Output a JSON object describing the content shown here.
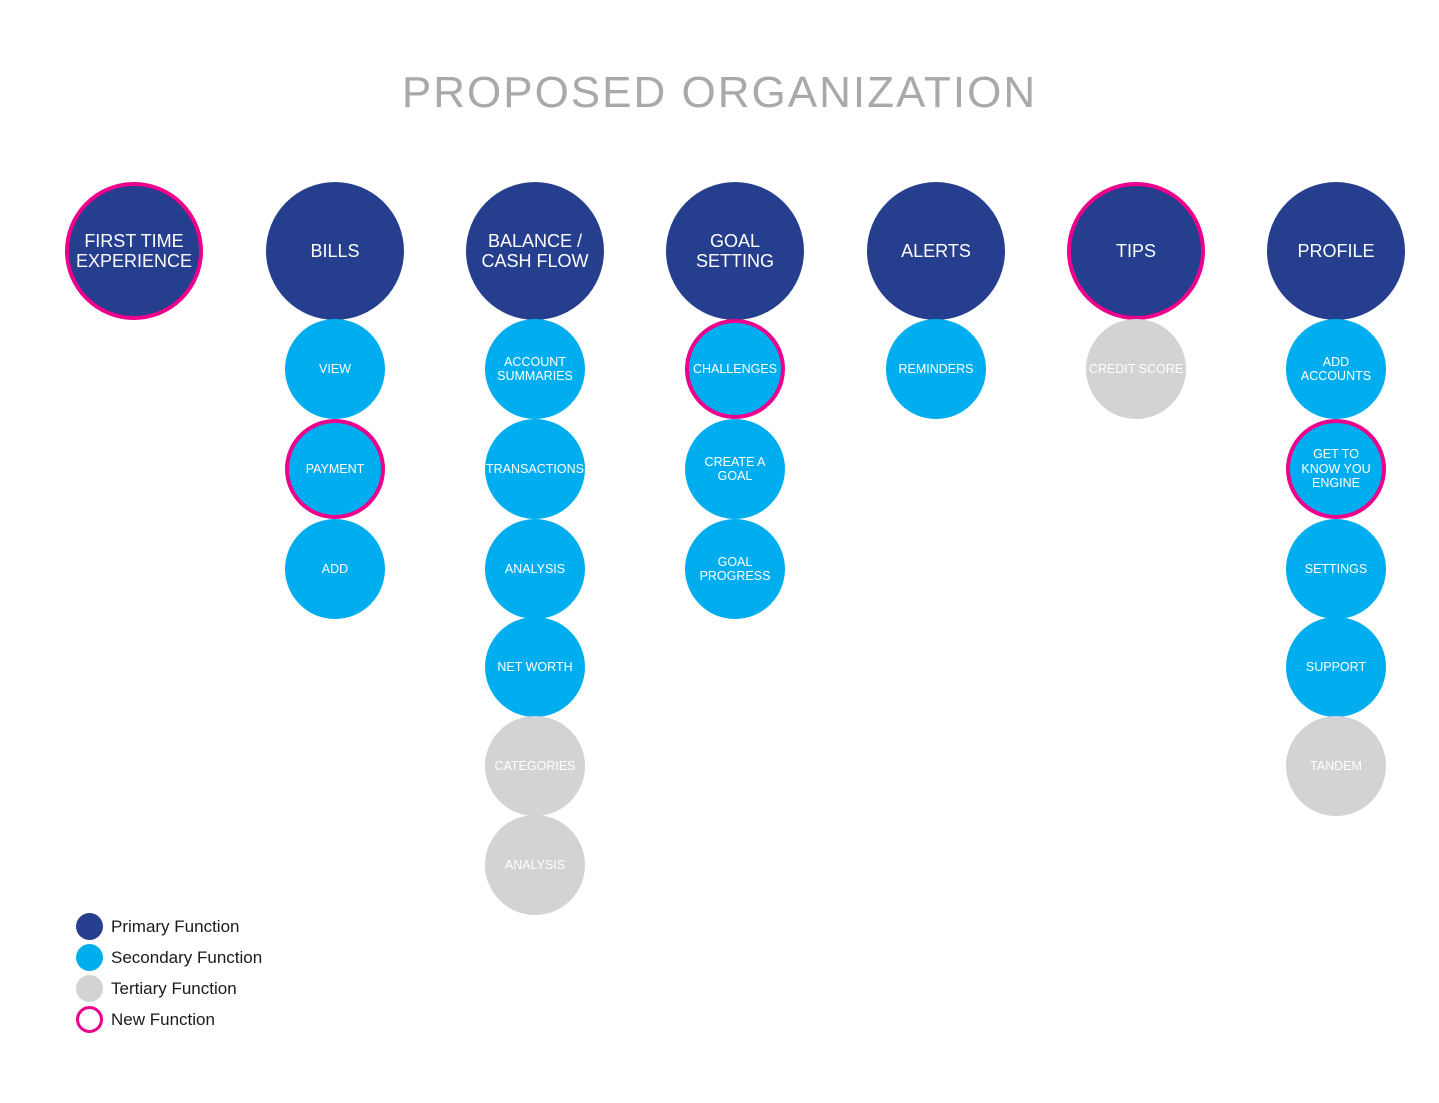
{
  "title": "PROPOSED ORGANIZATION",
  "colors": {
    "primary": "#253f8e",
    "secondary": "#00aeef",
    "tertiary": "#d1d3d4",
    "new_outline": "#ec008c"
  },
  "columns": [
    {
      "id": "first-time-experience",
      "label": "FIRST TIME\nEXPERIENCE",
      "new": true,
      "children": []
    },
    {
      "id": "bills",
      "label": "BILLS",
      "new": false,
      "children": [
        {
          "label": "VIEW",
          "level": "secondary",
          "new": false
        },
        {
          "label": "PAYMENT",
          "level": "secondary",
          "new": true
        },
        {
          "label": "ADD",
          "level": "secondary",
          "new": false
        }
      ]
    },
    {
      "id": "balance-cash-flow",
      "label": "BALANCE /\nCASH FLOW",
      "new": false,
      "children": [
        {
          "label": "ACCOUNT\nSUMMARIES",
          "level": "secondary",
          "new": false
        },
        {
          "label": "TRANSACTIONS",
          "level": "secondary",
          "new": false
        },
        {
          "label": "ANALYSIS",
          "level": "secondary",
          "new": false
        },
        {
          "label": "NET WORTH",
          "level": "secondary",
          "new": false
        },
        {
          "label": "CATEGORIES",
          "level": "tertiary",
          "new": false
        },
        {
          "label": "ANALYSIS",
          "level": "tertiary",
          "new": false
        }
      ]
    },
    {
      "id": "goal-setting",
      "label": "GOAL\nSETTING",
      "new": false,
      "children": [
        {
          "label": "CHALLENGES",
          "level": "secondary",
          "new": true
        },
        {
          "label": "CREATE A\nGOAL",
          "level": "secondary",
          "new": false
        },
        {
          "label": "GOAL\nPROGRESS",
          "level": "secondary",
          "new": false
        }
      ]
    },
    {
      "id": "alerts",
      "label": "ALERTS",
      "new": false,
      "children": [
        {
          "label": "REMINDERS",
          "level": "secondary",
          "new": false
        }
      ]
    },
    {
      "id": "tips",
      "label": "TIPS",
      "new": true,
      "children": [
        {
          "label": "CREDIT SCORE",
          "level": "tertiary",
          "new": false
        }
      ]
    },
    {
      "id": "profile",
      "label": "PROFILE",
      "new": false,
      "children": [
        {
          "label": "ADD\nACCOUNTS",
          "level": "secondary",
          "new": false
        },
        {
          "label": "GET TO\nKNOW YOU\nENGINE",
          "level": "secondary",
          "new": true
        },
        {
          "label": "SETTINGS",
          "level": "secondary",
          "new": false
        },
        {
          "label": "SUPPORT",
          "level": "secondary",
          "new": false
        },
        {
          "label": "TANDEM",
          "level": "tertiary",
          "new": false
        }
      ]
    }
  ],
  "legend": [
    {
      "label": "Primary Function",
      "kind": "primary"
    },
    {
      "label": "Secondary Function",
      "kind": "secondary"
    },
    {
      "label": "Tertiary Function",
      "kind": "tertiary"
    },
    {
      "label": "New Function",
      "kind": "new"
    }
  ]
}
